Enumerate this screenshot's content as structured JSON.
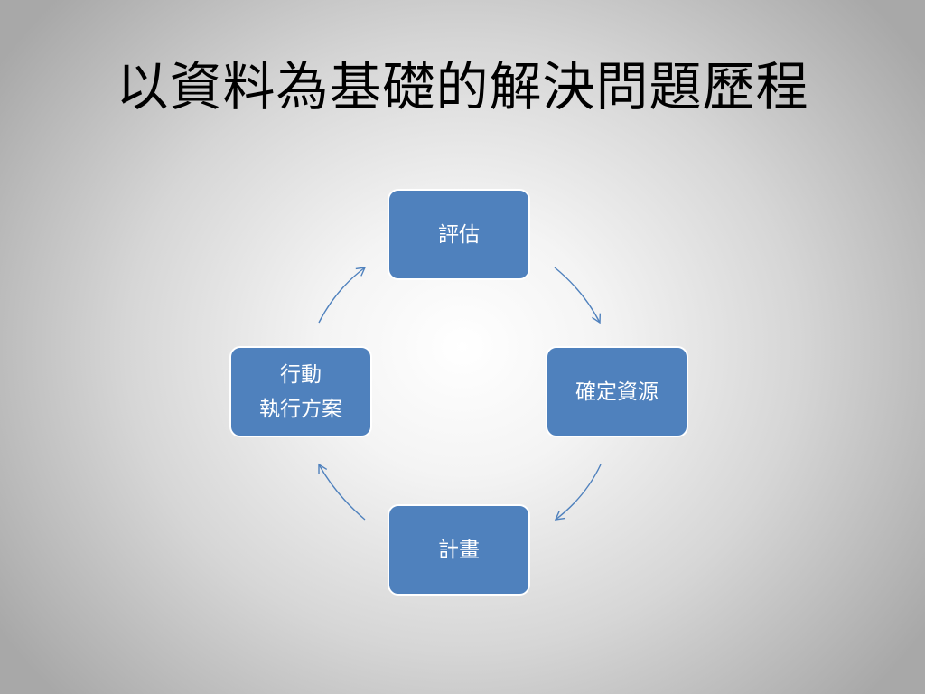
{
  "slide": {
    "title": "以資料為基礎的解決問題歷程"
  },
  "cycle": {
    "nodes": {
      "top": {
        "lines": [
          "評估"
        ]
      },
      "right": {
        "lines": [
          "確定資源"
        ]
      },
      "bottom": {
        "lines": [
          "計畫"
        ]
      },
      "left": {
        "lines": [
          "行動",
          "執行方案"
        ]
      }
    },
    "colors": {
      "node_fill": "#4f81bd",
      "node_border": "#ffffff",
      "arrow": "#4f81bd"
    }
  }
}
